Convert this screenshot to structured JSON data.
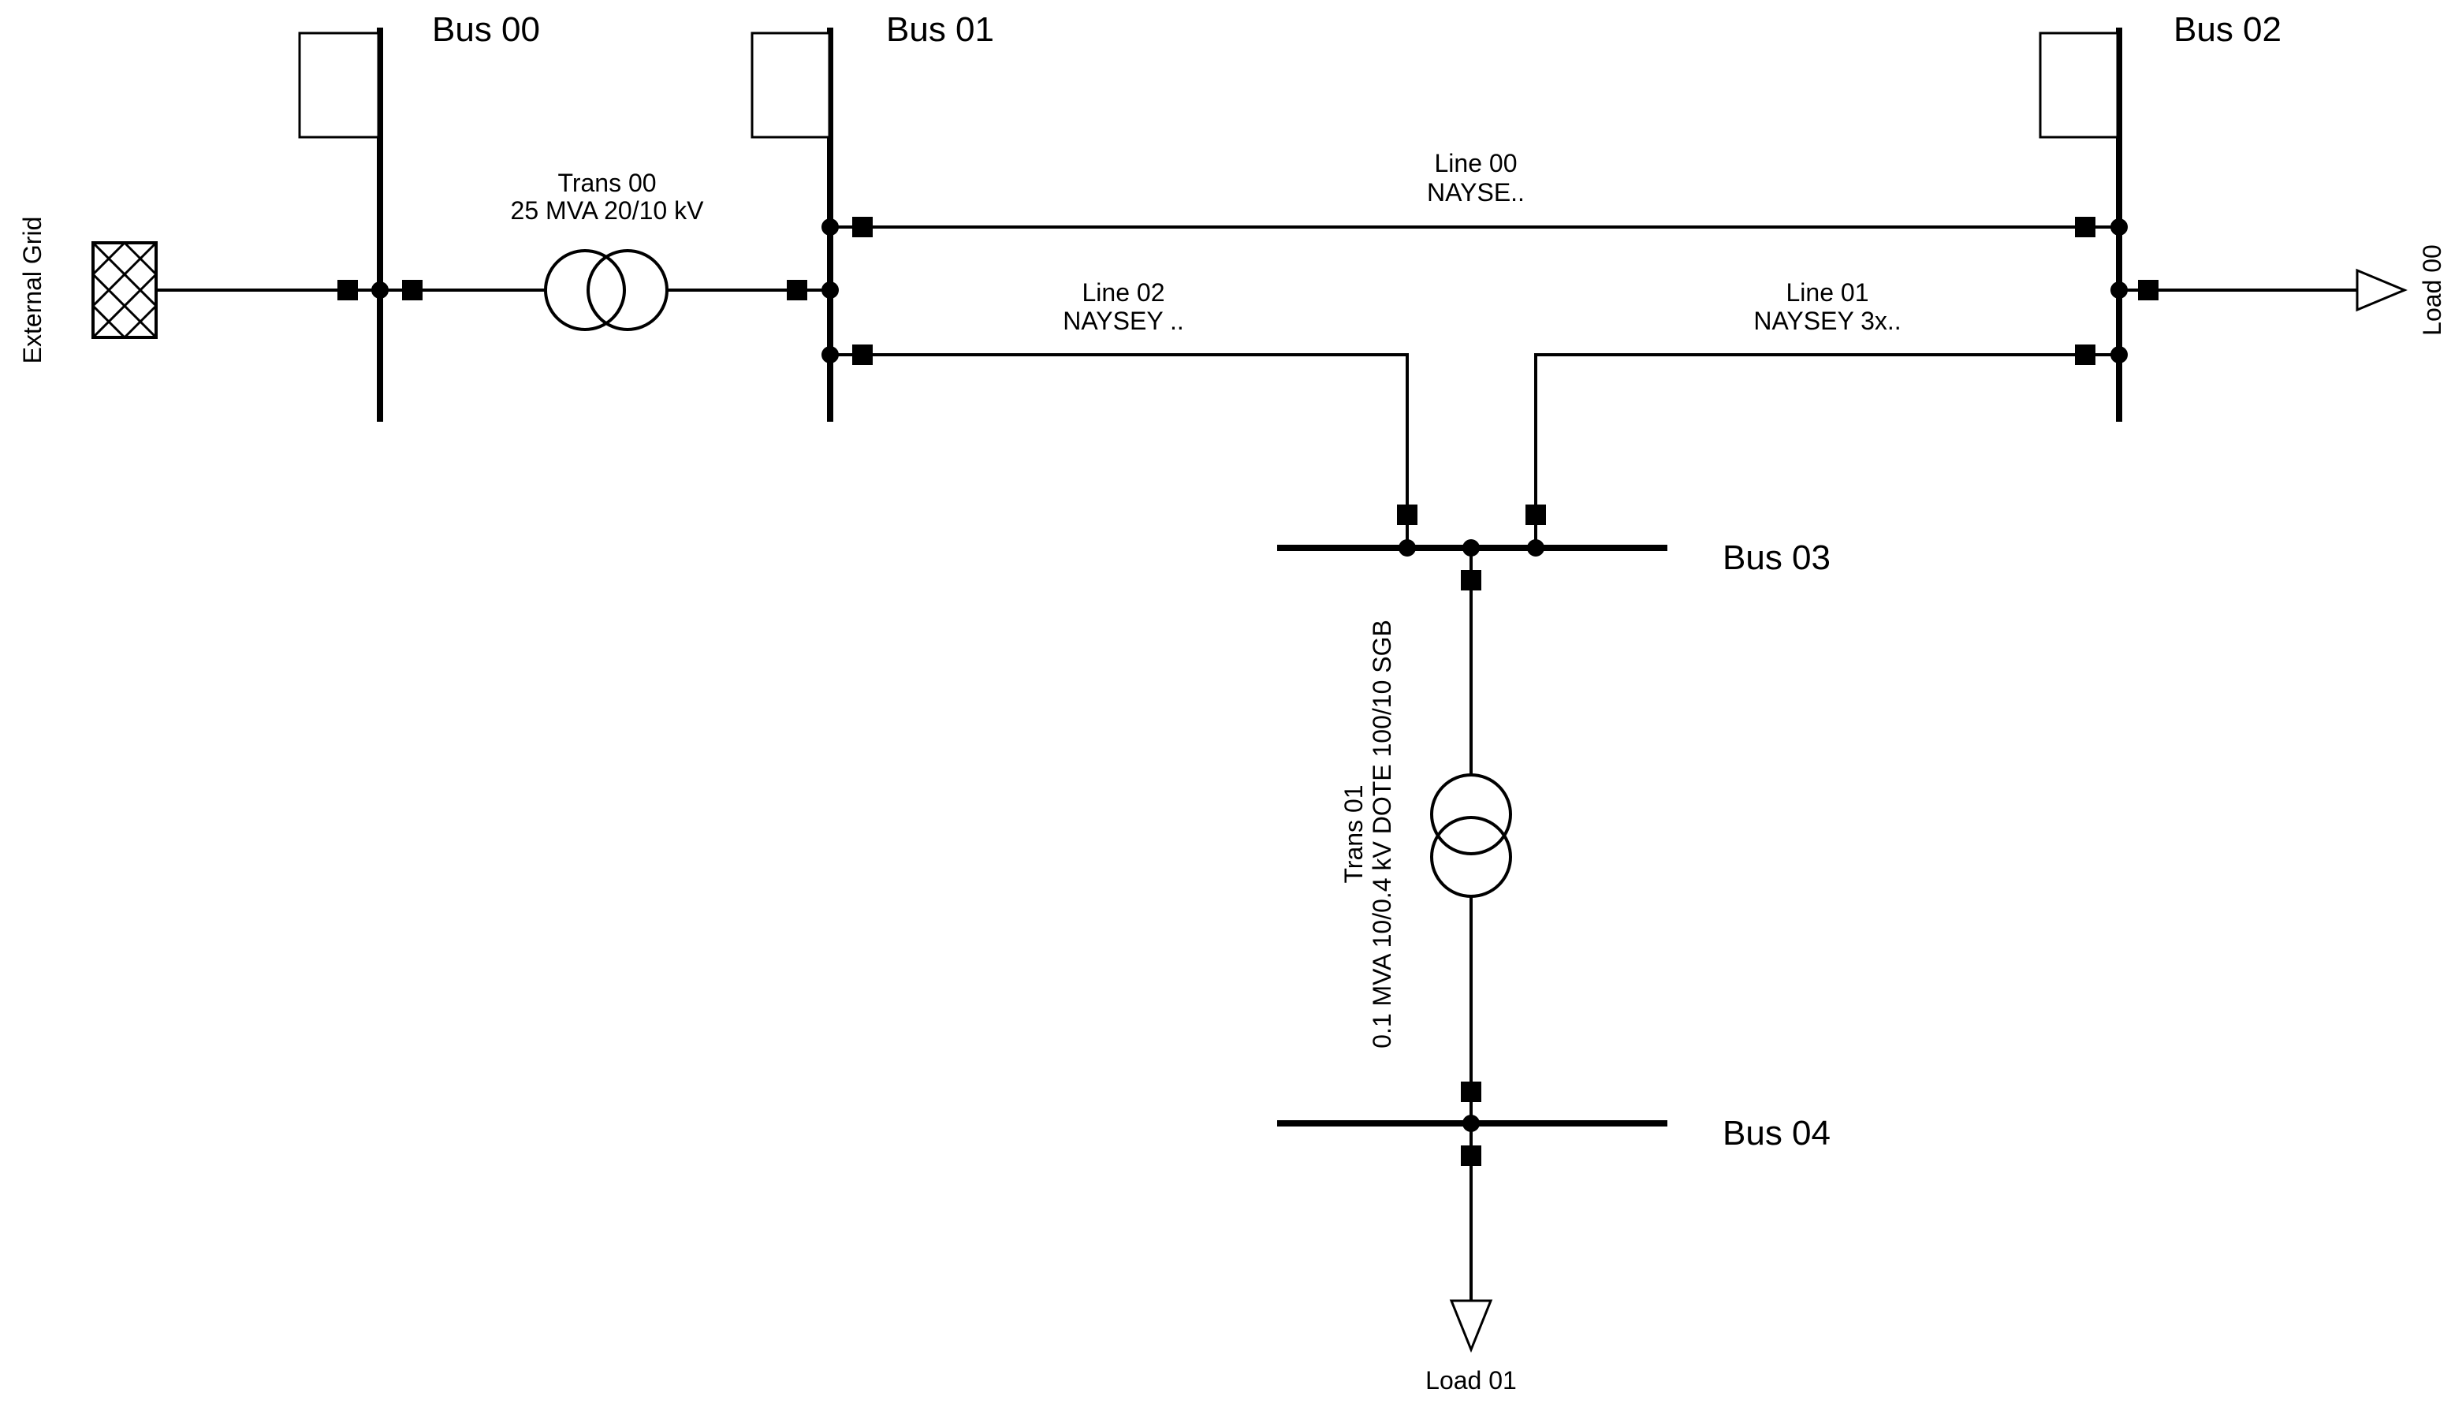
{
  "buses": [
    {
      "id": "bus-00",
      "label": "Bus 00"
    },
    {
      "id": "bus-01",
      "label": "Bus 01"
    },
    {
      "id": "bus-02",
      "label": "Bus 02"
    },
    {
      "id": "bus-03",
      "label": "Bus 03"
    },
    {
      "id": "bus-04",
      "label": "Bus 04"
    }
  ],
  "external_grid": {
    "label": "External Grid"
  },
  "transformers": [
    {
      "id": "trans-00",
      "name": "Trans 00",
      "spec": "25 MVA 20/10 kV"
    },
    {
      "id": "trans-01",
      "name": "Trans 01",
      "spec": "0.1 MVA 10/0.4 kV DOTE 100/10  SGB"
    }
  ],
  "lines": [
    {
      "id": "line-00",
      "name": "Line 00",
      "type": "NAYSE.."
    },
    {
      "id": "line-01",
      "name": "Line 01",
      "type": "NAYSEY 3x.."
    },
    {
      "id": "line-02",
      "name": "Line 02",
      "type": "NAYSEY .."
    }
  ],
  "loads": [
    {
      "id": "load-00",
      "label": "Load 00"
    },
    {
      "id": "load-01",
      "label": "Load 01"
    }
  ]
}
